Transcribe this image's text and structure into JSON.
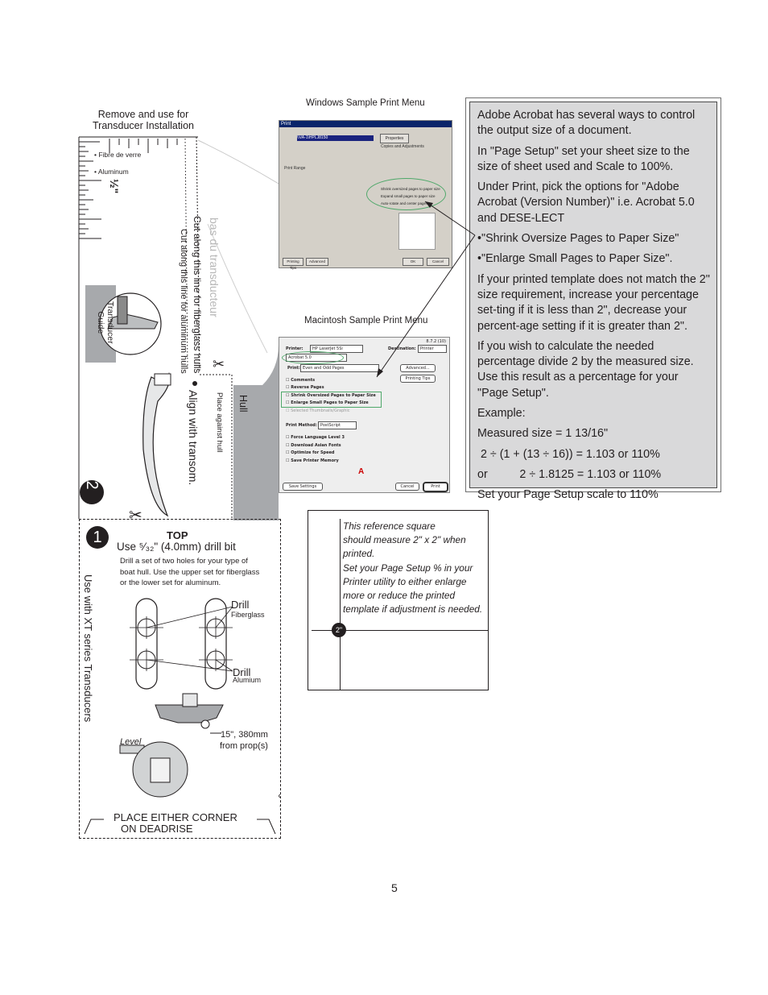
{
  "page_number": "5",
  "info_box": {
    "paragraphs": [
      "Adobe Acrobat has several ways to control the output size of a document.",
      "In \"Page Setup\" set your sheet size to the size of sheet used and Scale to 100%.",
      "Under Print, pick the options for \"Adobe Acrobat (Version Number)\" i.e. Acrobat 5.0 and DESE-LECT",
      "•\"Shrink Oversize Pages to Paper Size\"",
      "•\"Enlarge Small Pages to Paper Size\".",
      "If your printed template does not match the 2\" size requirement, increase your percentage set-ting if it is less than 2\", decrease your percent-age setting if it is greater than 2\".",
      "If you wish to calculate the needed percentage divide 2 by the measured size. Use this result as a percentage for your \"Page Setup\".",
      "Example:",
      "Measured size = 1 13/16\"",
      " 2 ÷ (1 + (13 ÷ 16)) = 1.103 or 110%",
      "or          2 ÷ 1.8125 = 1.103 or 110%",
      "Set your Page Setup scale to 110%"
    ]
  },
  "captions": {
    "windows": "Windows Sample Print Menu",
    "macintosh": "Macintosh Sample Print Menu"
  },
  "windows_dialog": {
    "title": "Print",
    "printer_name": "\\\\VA-1\\HPLJ8150",
    "properties_button": "Properties",
    "print_range_label": "Print Range",
    "copies_label": "Copies and Adjustments",
    "option_shrink": "Shrink oversized pages to paper size",
    "option_expand": "Expand small pages to paper size",
    "option_autorotate": "Auto-rotate and center pages",
    "print_to_file_button": "Printing Tips",
    "advanced_button": "Advanced",
    "ok_button": "OK",
    "cancel_button": "Cancel"
  },
  "mac_dialog": {
    "version": "8.7.2 (10)",
    "printer_label": "Printer:",
    "printer_value": "HP LaserJet 5Si",
    "destination_label": "Destination:",
    "destination_value": "Printer",
    "acrobat_value": "Acrobat 5.0",
    "print_label": "Print:",
    "print_value": "Even and Odd Pages",
    "advanced_button": "Advanced...",
    "tips_button": "Printing Tips",
    "checkboxes": [
      "Comments",
      "Reverse Pages",
      "Shrink Oversized Pages to Paper Size",
      "Enlarge Small Pages to Paper Size",
      "Selected Thumbnails/Graphic"
    ],
    "print_method_label": "Print Method:",
    "print_method_value": "PostScript",
    "checkboxes2": [
      "Force Language Level 3",
      "Download Asian Fonts",
      "Optimize for Speed",
      "Save Printer Memory"
    ],
    "save_settings_button": "Save Settings",
    "cancel_button": "Cancel",
    "print_button": "Print"
  },
  "reference_square": {
    "lines": [
      "This reference square",
      "should measure 2\" x 2\" when",
      "printed.",
      "Set your Page Setup % in your",
      "Printer utility to either enlarge",
      "more or reduce the printed",
      "template if adjustment is needed."
    ],
    "marker": "2\""
  },
  "template2": {
    "header": [
      "Remove and use for",
      "Transducer Installation"
    ],
    "fibre": "Fibre de verre",
    "aluminum": "Aluminum",
    "half": "½\"",
    "cut_fiberglass": "Cut along this line for fiberglass hulls",
    "cut_aluminum": "Cut along this line for aluminum hulls",
    "bas": "bas du transducteur",
    "guide": [
      "Transducer",
      "Guide"
    ],
    "align": "Align with transom.",
    "place_against": "Place against hull",
    "hull": "Hull",
    "step": "2"
  },
  "template1": {
    "step": "1",
    "top": "TOP",
    "drill_bit": "Use ⁵⁄₃₂\" (4.0mm) drill bit",
    "instructions": [
      "Drill a set of two holes for your type of",
      "boat hull. Use the upper set for fiberglass",
      "or the lower set for aluminum."
    ],
    "drill1": "Drill",
    "fiberglass": "Fiberglass",
    "drill2": "Drill",
    "aluminum": "Alumium",
    "side_label": "Use with XT series Transducers",
    "level": "Level",
    "distance": [
      "15\", 380mm",
      "from prop(s)"
    ],
    "corner": [
      "PLACE EITHER CORNER",
      "ON DEADRISE"
    ]
  }
}
